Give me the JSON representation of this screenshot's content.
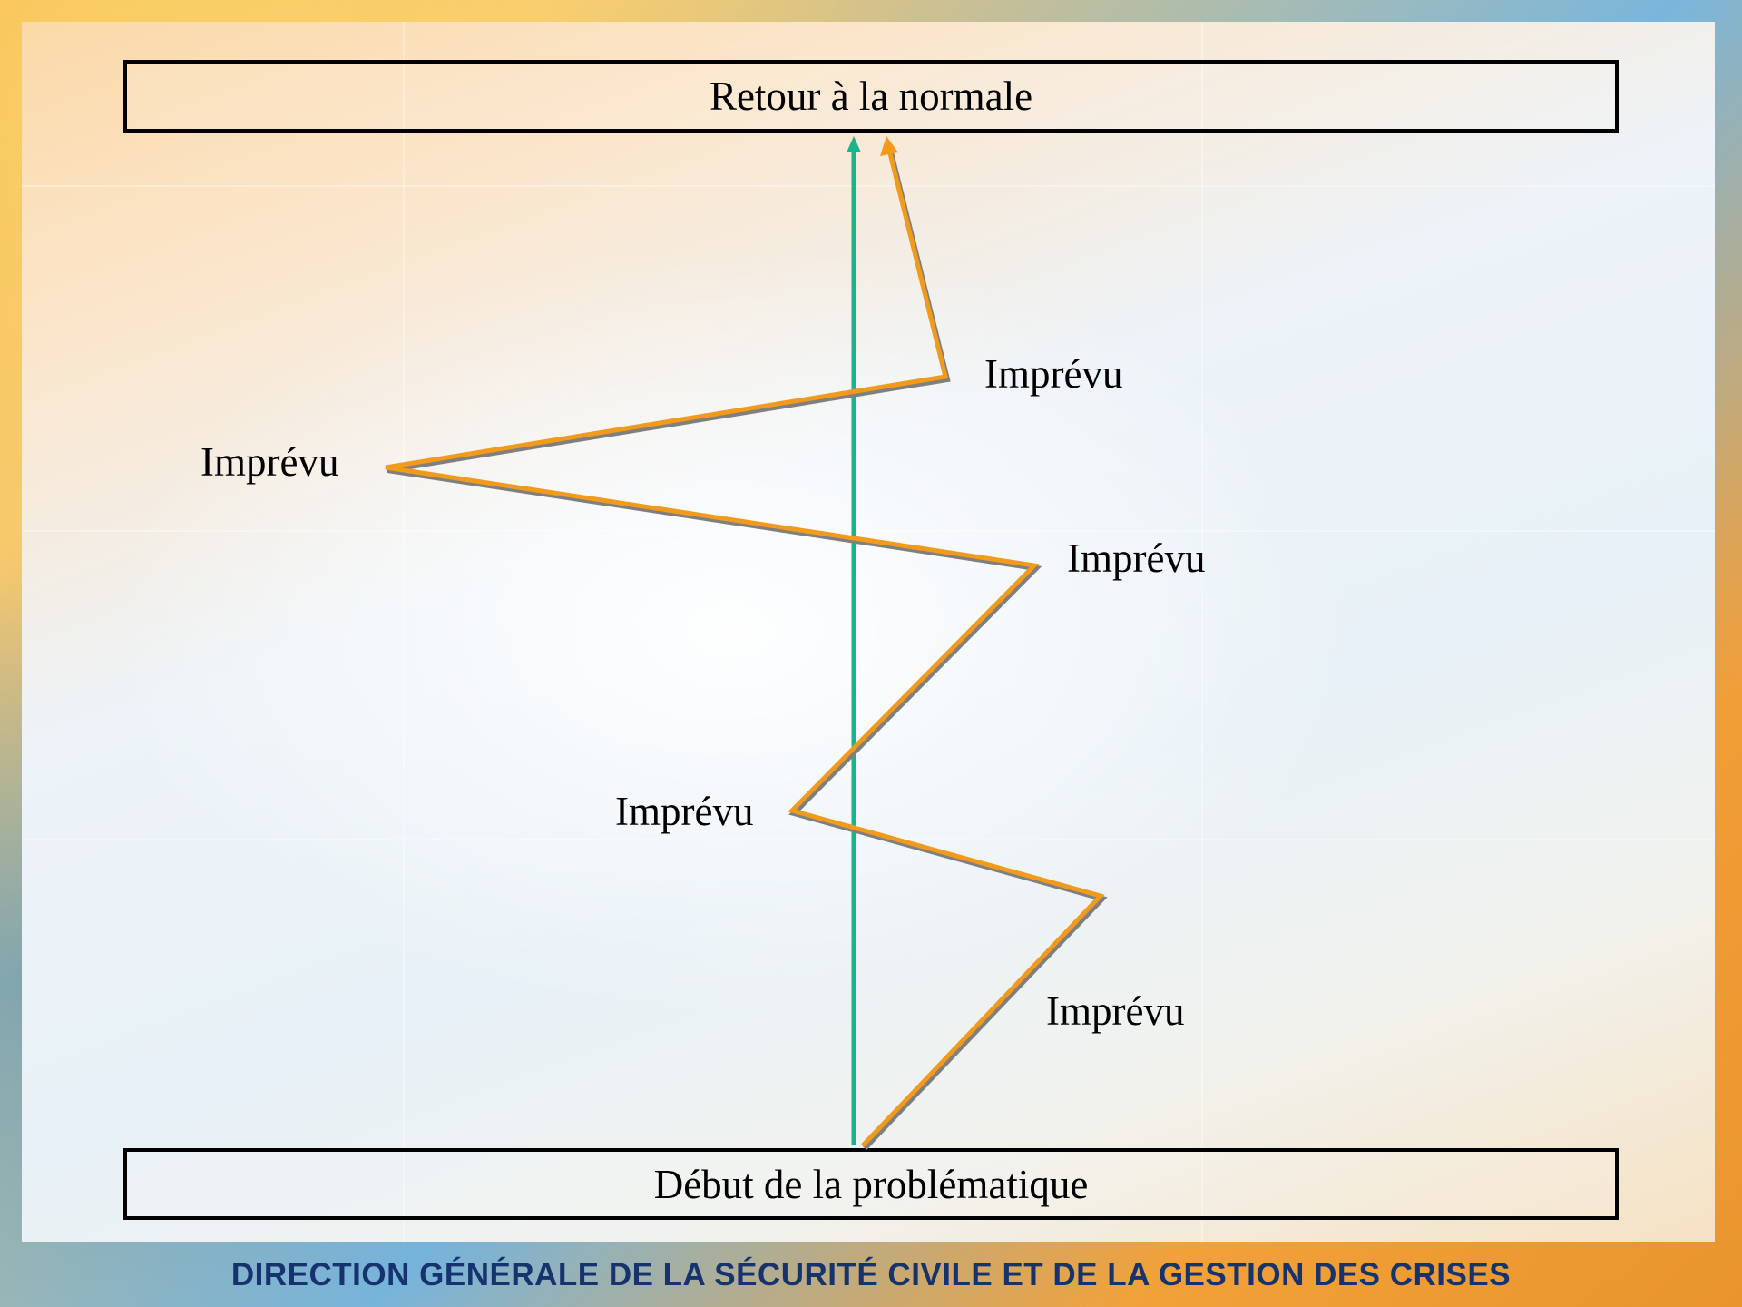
{
  "diagram": {
    "top_box": "Retour à la normale",
    "bottom_box": "Début de la problématique",
    "event_labels": [
      "Imprévu",
      "Imprévu",
      "Imprévu",
      "Imprévu",
      "Imprévu"
    ]
  },
  "footer": {
    "text": "DIRECTION GÉNÉRALE DE LA SÉCURITÉ CIVILE ET DE LA GESTION DES CRISES"
  },
  "colors": {
    "ideal_path": "#1ab48c",
    "actual_path": "#f29a1c",
    "footer_text": "#16336e"
  }
}
